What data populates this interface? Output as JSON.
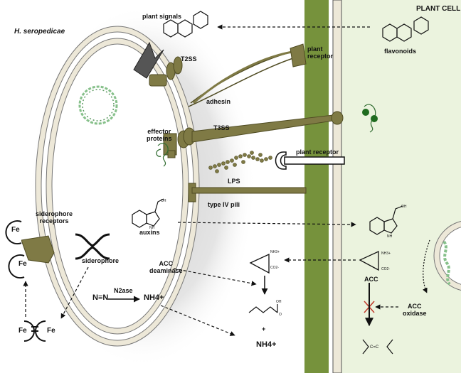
{
  "title": "H. seropedicae",
  "plant_cell_label": "PLANT CELL",
  "labels": {
    "plant_signals": "plant signals",
    "flavonoids": "flavonoids",
    "t2ss": "T2SS",
    "plant_receptor_top": "plant\nreceptor",
    "adhesin": "adhesin",
    "t3ss": "T3SS",
    "effector_proteins": "effector\nproteins",
    "plant_receptor_mid": "plant receptor",
    "lps": "LPS",
    "type_iv_pili": "type IV pili",
    "siderophore_receptors": "siderophore\nreceptors",
    "siderophore": "siderophore",
    "auxins": "auxins",
    "acc_deaminase": "ACC\ndeaminase",
    "acc": "ACC",
    "acc_oxidase": "ACC\noxidase",
    "nitrogen_triple": "N≡N",
    "n2ase": "N2ase",
    "nh4_left": "NH4+",
    "nh4_bottom": "NH4+",
    "plus": "+",
    "fe": "Fe",
    "chem_oh": "OH",
    "chem_o": "O",
    "chem_nh": "NH",
    "chem_nh3": "NH3+",
    "chem_co2": "CO2-",
    "chem_ethylene": "C=C"
  },
  "colors": {
    "olive": "#7f7a45",
    "olive_dark": "#4f4b22",
    "cell_wall": "#76923c",
    "plant_bg": "#ebf3de",
    "membrane": "#ede8d8",
    "dna": "#86c08a"
  },
  "icons": [
    "benzopyran-structure",
    "indole-structure",
    "cyclopropane-structure",
    "dna-helix",
    "siderophore-shape",
    "inhibition-cross"
  ]
}
